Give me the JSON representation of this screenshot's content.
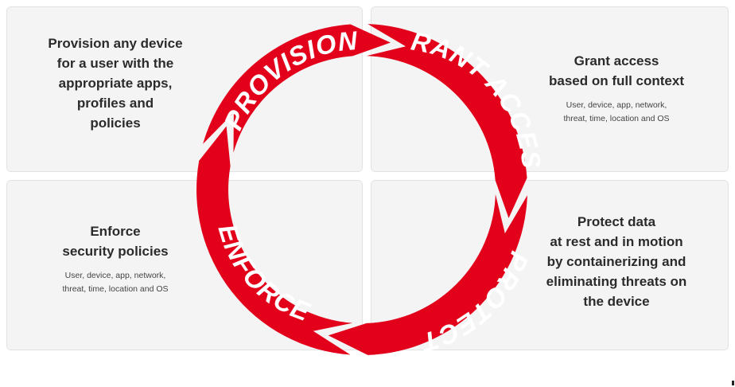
{
  "cycle": {
    "segments": [
      {
        "id": "provision",
        "label": "PROVISION"
      },
      {
        "id": "grant",
        "label": "GRANT ACCESS"
      },
      {
        "id": "protect",
        "label": "PROTECT"
      },
      {
        "id": "enforce",
        "label": "ENFORCE"
      }
    ]
  },
  "panels": {
    "provision": {
      "heading": "Provision any device\nfor a user with the\nappropriate apps,\nprofiles and\npolicies"
    },
    "grant": {
      "heading": "Grant access\nbased on full context",
      "details": "User, device, app, network,\nthreat, time, location and OS"
    },
    "enforce": {
      "heading": "Enforce\nsecurity policies",
      "details": "User, device, app, network,\nthreat, time, location and OS"
    },
    "protect": {
      "heading": "Protect data\nat rest and in motion\nby containerizing and\neliminating threats on\nthe device"
    }
  },
  "colors": {
    "ring": "#e2001a",
    "panel": "#f4f4f4",
    "text": "#2b2b2b",
    "label": "#ffffff"
  }
}
